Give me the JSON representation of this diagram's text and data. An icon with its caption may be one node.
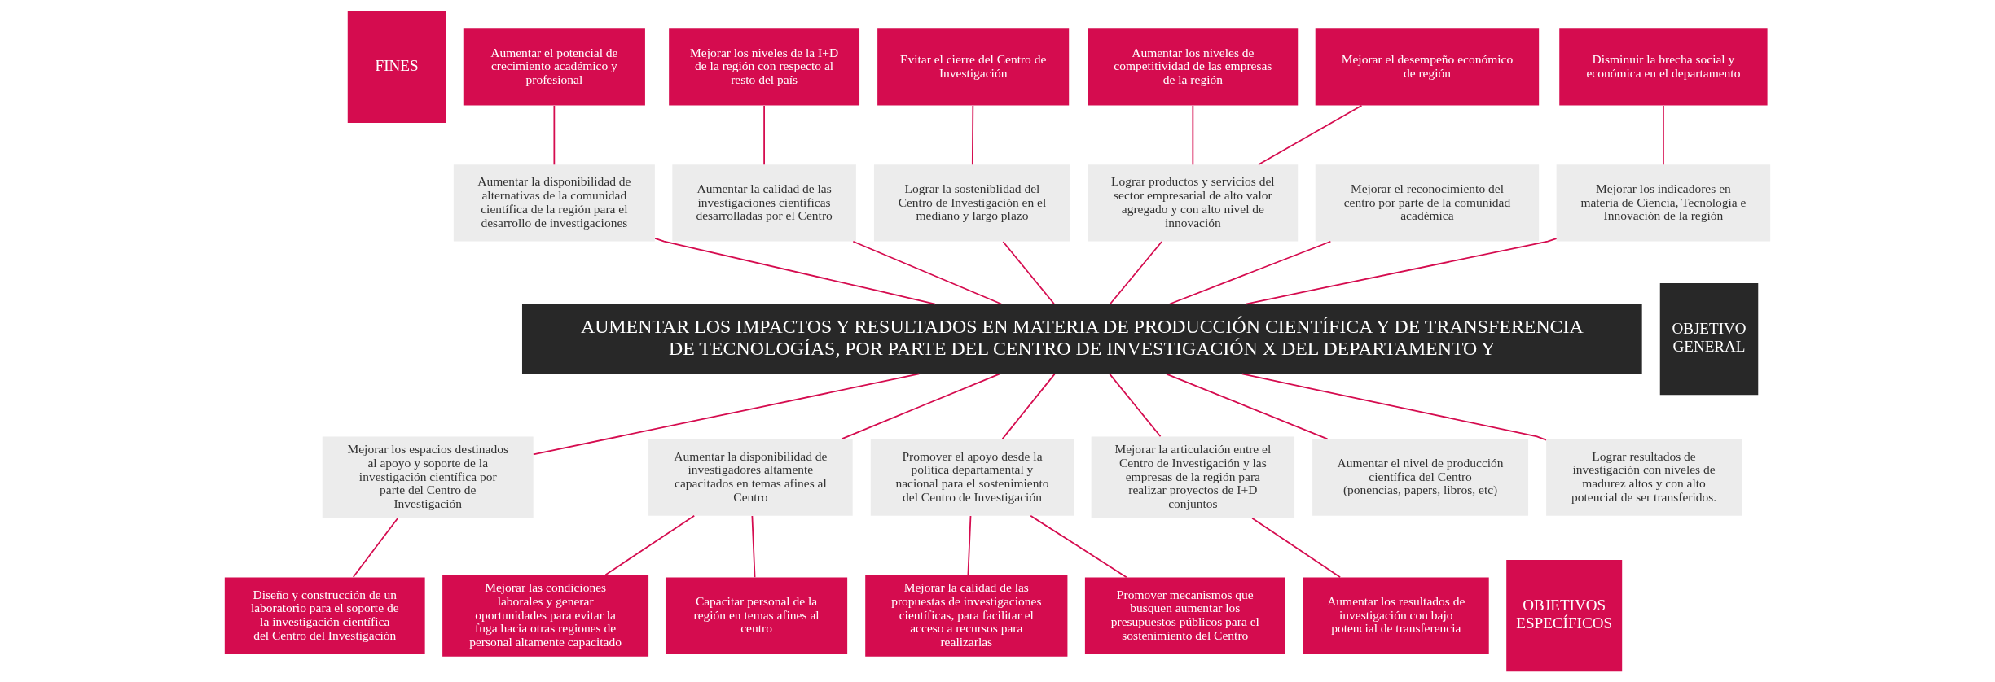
{
  "diagram": {
    "nodes": [
      {
        "text": [
          "FINES"
        ]
      },
      {
        "text": [
          "Aumentar el potencial de crecimiento académico y profesional"
        ]
      },
      {
        "text": [
          "Mejorar los niveles de la I+D de la región con respecto al resto del país"
        ]
      },
      {
        "text": [
          "Evitar el cierre del Centro de Investigación"
        ]
      },
      {
        "text": [
          "Aumentar los niveles de competitividad de las empresas de la región"
        ]
      },
      {
        "text": [
          "Mejorar el desempeño económico de región"
        ]
      },
      {
        "text": [
          "Disminuir la brecha social y económica en el departamento"
        ]
      },
      {
        "text": [
          "Aumentar la disponibilidad de alternativas de la comunidad científica de la región para el desarrollo de investigaciones"
        ]
      },
      {
        "text": [
          "Aumentar la calidad de las investigaciones científicas desarrolladas por el Centro"
        ]
      },
      {
        "text": [
          "Lograr la sosteniblidad del Centro de Investigación en el mediano y largo plazo"
        ]
      },
      {
        "text": [
          "Lograr productos y servicios del sector empresarial de alto valor agregado y con alto nivel de innovación"
        ]
      },
      {
        "text": [
          "Mejorar el reconocimiento del centro por parte de la comunidad académica"
        ]
      },
      {
        "text": [
          "Mejorar los indicadores en materia de Ciencia, Tecnología e Innovación de la región"
        ]
      },
      {
        "text": [
          "OBJETIVO GENERAL"
        ]
      },
      {
        "text": [
          "AUMENTAR LOS IMPACTOS Y RESULTADOS EN MATERIA DE PRODUCCIÓN CIENTÍFICA Y DE TRANSFERENCIA DE TECNOLOGÍAS, POR PARTE DEL CENTRO DE INVESTIGACIÓN X DEL DEPARTAMENTO Y"
        ]
      },
      {
        "text": [
          "OBJETIVOS ESPECÍFICOS"
        ]
      },
      {
        "text": [
          "Mejorar los espacios destinados al apoyo y soporte de la investigación científica por parte del Centro de Investigación"
        ]
      },
      {
        "text": [
          "Aumentar la disponibilidad de investigadores altamente capacitados en temas afines al Centro"
        ]
      },
      {
        "text": [
          "Promover el apoyo desde la política departamental y nacional para el sostenimiento del Centro de Investigación"
        ]
      },
      {
        "text": [
          "Mejorar la articulación entre el Centro de Investigación y las empresas de la región para realizar proyectos de I+D conjuntos"
        ]
      },
      {
        "text": [
          "Aumentar el nivel de producción científica del Centro (ponencias, papers, libros, etc)"
        ]
      },
      {
        "text": [
          "Lograr resultados de investigación con niveles de madurez altos y con alto potencial de ser transferidos."
        ]
      },
      {
        "text": [
          "Diseño y construcción de un laboratorio para el soporte de la investigación científica del Centro del Investigación"
        ]
      },
      {
        "text": [
          "Mejorar las condiciones laborales y generar oportunidades para evitar la fuga hacia otras regiones de personal altamente capacitado"
        ]
      },
      {
        "text": [
          "Capacitar personal de la región en temas afines al centro"
        ]
      },
      {
        "text": [
          "Mejorar la calidad de las propuestas de investigaciones científicas, para facilitar el acceso a recursos para realizarlas"
        ]
      },
      {
        "text": [
          "Promover mecanismos que busquen aumentar los presupuestos públicos para el sostenimiento del Centro"
        ]
      },
      {
        "text": [
          "Aumentar los resultados de investigación con bajo potencial de transferencia"
        ]
      }
    ],
    "edges": [
      {
        "from": 1,
        "to": 7,
        "arrow": "none"
      },
      {
        "from": 2,
        "to": 8,
        "arrow": "none"
      },
      {
        "from": 3,
        "to": 9,
        "arrow": "none"
      },
      {
        "from": 4,
        "to": 10,
        "arrow": "none"
      },
      {
        "from": 5,
        "to": 10,
        "arrow": "none"
      },
      {
        "from": 6,
        "to": 12,
        "arrow": "none"
      },
      {
        "from": 7,
        "to": 14,
        "arrow": "none"
      },
      {
        "from": 8,
        "to": 14,
        "arrow": "none"
      },
      {
        "from": 9,
        "to": 14,
        "arrow": "none"
      },
      {
        "from": 10,
        "to": 14,
        "arrow": "none"
      },
      {
        "from": 11,
        "to": 14,
        "arrow": "none"
      },
      {
        "from": 12,
        "to": 14,
        "arrow": "none"
      },
      {
        "from": 14,
        "to": 16,
        "arrow": "none"
      },
      {
        "from": 14,
        "to": 17,
        "arrow": "none"
      },
      {
        "from": 14,
        "to": 18,
        "arrow": "none"
      },
      {
        "from": 14,
        "to": 19,
        "arrow": "none"
      },
      {
        "from": 14,
        "to": 20,
        "arrow": "none"
      },
      {
        "from": 14,
        "to": 21,
        "arrow": "none"
      },
      {
        "from": 16,
        "to": 22,
        "arrow": "none"
      },
      {
        "from": 17,
        "to": 23,
        "arrow": "none"
      },
      {
        "from": 17,
        "to": 24,
        "arrow": "none"
      },
      {
        "from": 18,
        "to": 25,
        "arrow": "none"
      },
      {
        "from": 18,
        "to": 26,
        "arrow": "none"
      },
      {
        "from": 19,
        "to": 27,
        "arrow": "none"
      }
    ]
  }
}
